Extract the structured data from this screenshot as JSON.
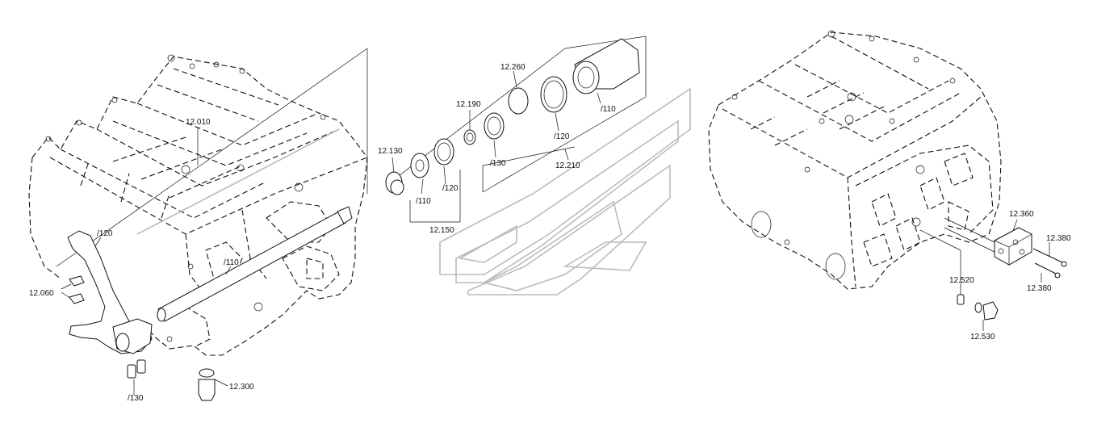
{
  "labels": {
    "l12010": "12.010",
    "l120a": "/120",
    "l12060": "12.060",
    "l110a": "/110",
    "l130a": "/130",
    "l12300": "12.300",
    "l12130": "12.130",
    "l110b": "/110",
    "l12150": "12.150",
    "l120b": "/120",
    "l12190": "12.190",
    "l130b": "/130",
    "l12260": "12.260",
    "l120c": "/120",
    "l110c": "/110",
    "l12210": "12.210",
    "l12360": "12.360",
    "l12380a": "12.380",
    "l12380b": "12.380",
    "l12520": "12.520",
    "l12530": "12.530"
  }
}
